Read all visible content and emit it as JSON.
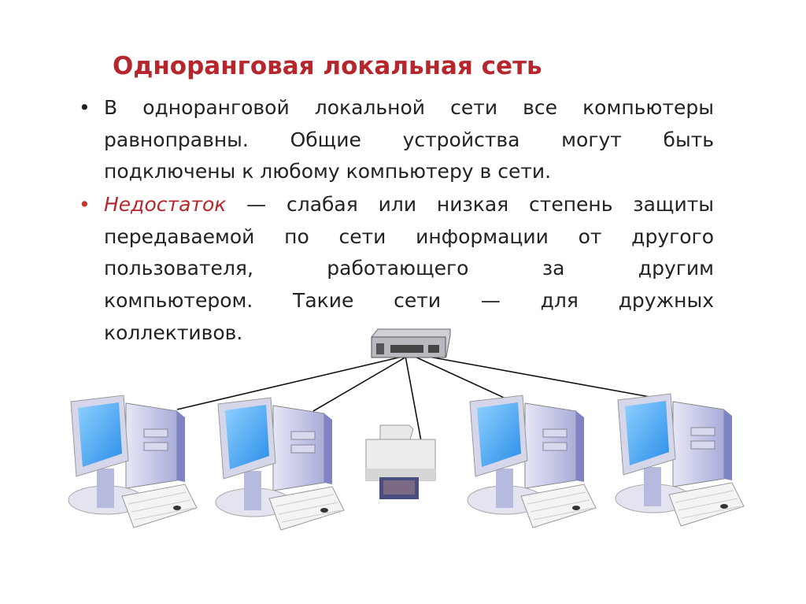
{
  "slide": {
    "title": "Одноранговая локальная сеть",
    "bullets": [
      {
        "lines": [
          "В одноранговой локальной сети все компьютеры",
          "равноправны. Общие устройства могут быть",
          "подключены к любому компьютеру в сети."
        ]
      },
      {
        "highlight": "Недостаток",
        "lines": [
          "— слабая или низкая степень защиты",
          "передаваемой по сети информации от другого",
          "пользователя, работающего за другим",
          "компьютером. Такие сети — для дружных",
          "коллективов."
        ]
      }
    ]
  },
  "colors": {
    "title": "#b5272d",
    "screen": "#3fa9f5",
    "case": "#c9cbe8"
  },
  "diagram": {
    "nodes": [
      "switch-icon",
      "computer-icon",
      "computer-icon",
      "printer-icon",
      "computer-icon",
      "computer-icon"
    ]
  }
}
